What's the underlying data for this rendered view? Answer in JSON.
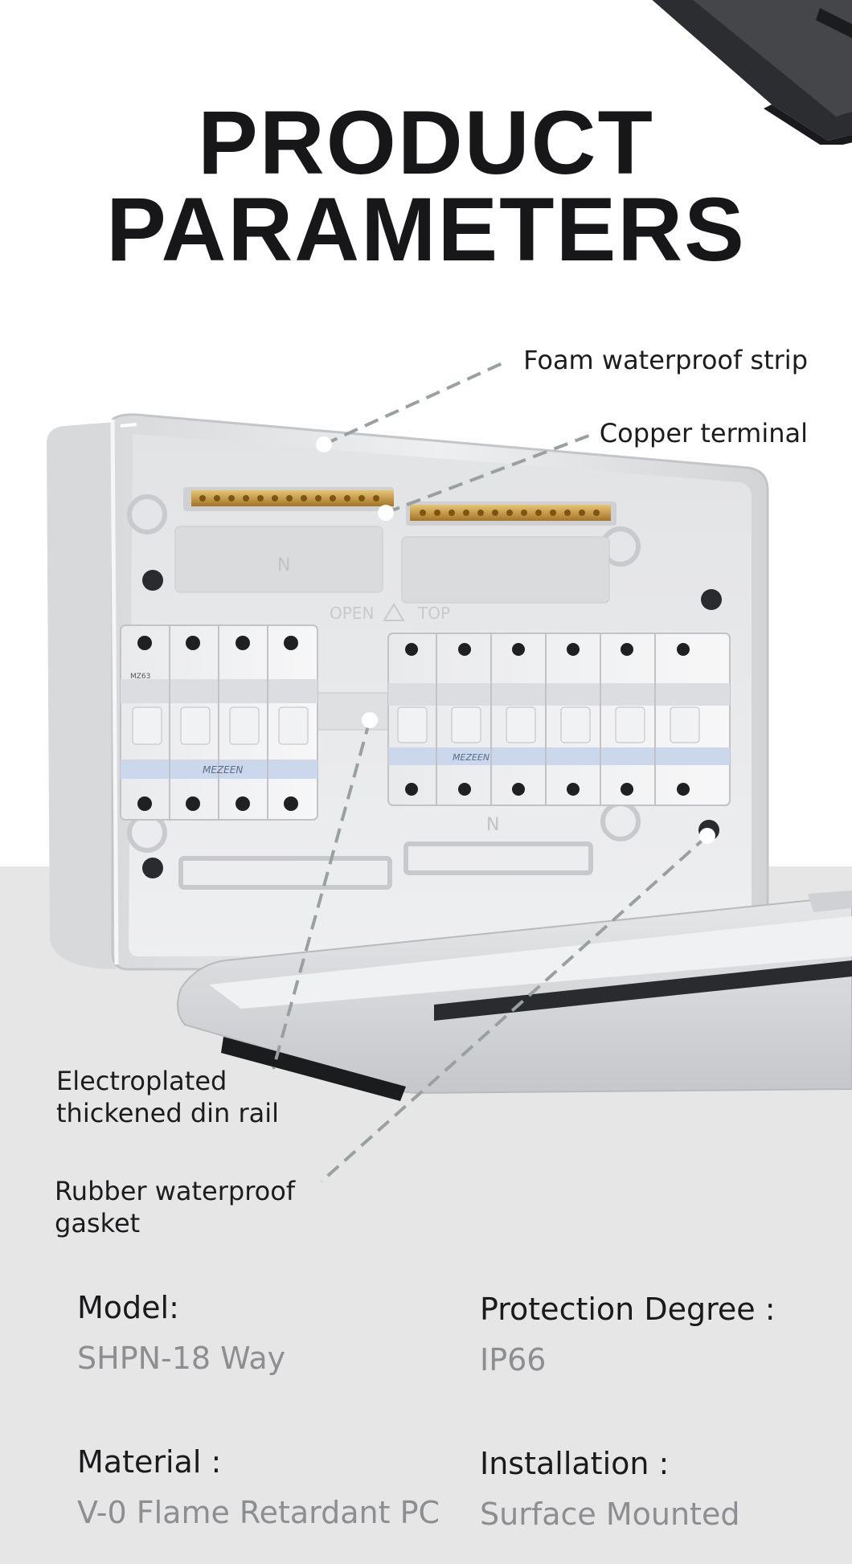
{
  "title": {
    "line1": "PRODUCT",
    "line2": "PARAMETERS"
  },
  "brand": "MEZEEN",
  "box": {
    "label_n": "N",
    "label_open": "OPEN",
    "label_top": "TOP",
    "breaker_model": "MZ63"
  },
  "callouts": {
    "foam_strip": "Foam waterproof strip",
    "copper_terminal": "Copper terminal",
    "din_rail": {
      "line1": "Electroplated",
      "line2": "thickened din rail"
    },
    "gasket": {
      "line1": "Rubber waterproof",
      "line2": "gasket"
    }
  },
  "specs": {
    "model": {
      "label": "Model:",
      "value": "SHPN-18 Way"
    },
    "protection": {
      "label": "Protection Degree :",
      "value": "IP66"
    },
    "material": {
      "label": "Material :",
      "value": "V-0 Flame Retardant PC"
    },
    "installation": {
      "label": "Installation :",
      "value": "Surface Mounted"
    }
  },
  "colors": {
    "title": "#17171a",
    "spec_value": "#8d8e91",
    "background_lower": "#e6e6e7",
    "terminal_brass": "#c99a3b",
    "leader_line": "#9aa0a0"
  }
}
